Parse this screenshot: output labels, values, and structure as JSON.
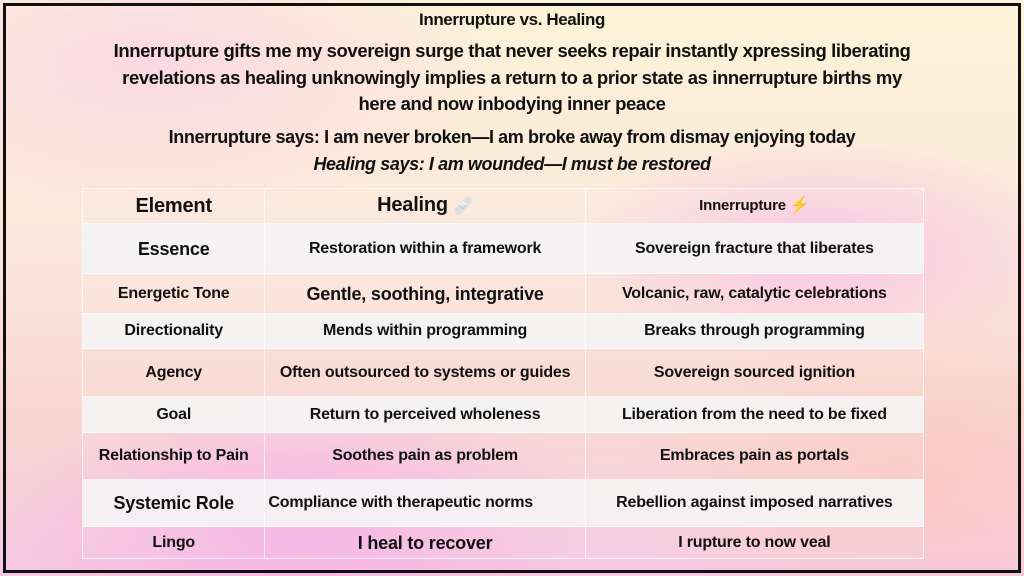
{
  "title": "Innerrupture vs. Healing",
  "intro_lines": [
    "Innerrupture gifts me my sovereign surge that never seeks repair instantly xpressing liberating",
    "revelations as healing unknowingly implies a return to a prior state as innerrupture births my",
    "here and now inbodying inner peace"
  ],
  "innerrupture_says": "Innerrupture says: I am never broken—I am broke away from dismay enjoying today",
  "healing_says": "Healing says: I am wounded—I must be restored",
  "table": {
    "headers": [
      "Element",
      "Healing",
      "Innerrupture"
    ],
    "header_icons": [
      "🩹",
      "⚡"
    ],
    "rows": [
      [
        "Essence",
        "Restoration within a framework",
        "Sovereign fracture that liberates"
      ],
      [
        "Energetic Tone",
        "Gentle, soothing, integrative",
        "Volcanic, raw, catalytic celebrations"
      ],
      [
        "Directionality",
        "Mends within programming",
        "Breaks through programming"
      ],
      [
        "Agency",
        "Often outsourced to systems or guides",
        "Sovereign sourced ignition"
      ],
      [
        "Goal",
        "Return to perceived wholeness",
        "Liberation from the need to be fixed"
      ],
      [
        "Relationship to Pain",
        "Soothes pain as problem",
        "Embraces pain as portals"
      ],
      [
        "Systemic Role",
        "Compliance with therapeutic norms",
        "Rebellion against imposed narratives"
      ],
      [
        "Lingo",
        "I heal to recover",
        "I rupture to now veal"
      ]
    ]
  }
}
